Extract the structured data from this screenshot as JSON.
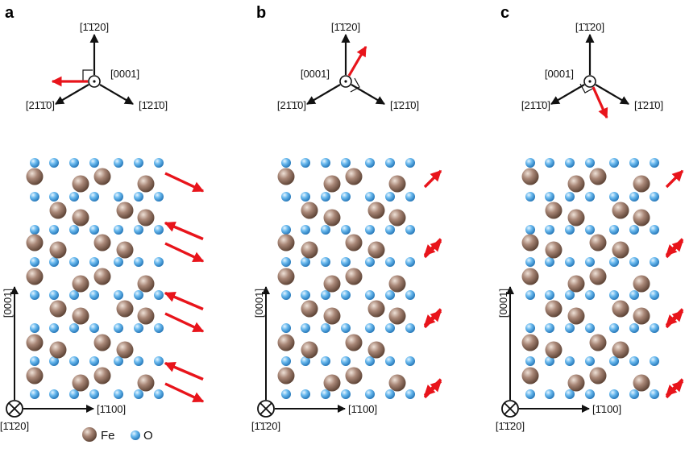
{
  "panels": [
    {
      "label": "a",
      "upper_dirs": {
        "top": "[1̄1̄20]",
        "left": "[21̄1̄0]",
        "right": "[1̄21̄0]",
        "center": "[0001]"
      },
      "spin_arrows": [
        "right",
        "left",
        "right",
        "left",
        "right",
        "left",
        "right"
      ],
      "lower_axes": {
        "vertical": "[0001]",
        "horizontal": "[1̄100]",
        "origin": "[1̄1̄20]"
      }
    },
    {
      "label": "b",
      "upper_dirs": {
        "top": "[1̄1̄20]",
        "left": "[21̄1̄0]",
        "right": "[1̄21̄0]",
        "center": "[0001]"
      },
      "spin_arrows": [
        "up",
        "down",
        "up",
        "down",
        "up",
        "down",
        "up"
      ],
      "lower_axes": {
        "vertical": "[0001]",
        "horizontal": "[1̄100]",
        "origin": "[1̄1̄20]"
      }
    },
    {
      "label": "c",
      "upper_dirs": {
        "top": "[1̄1̄20]",
        "left": "[21̄1̄0]",
        "right": "[1̄21̄0]",
        "center": "[0001]"
      },
      "spin_arrows": [
        "up",
        "down",
        "up",
        "down",
        "up",
        "down",
        "up"
      ],
      "lower_axes": {
        "vertical": "[0001]",
        "horizontal": "[1̄100]",
        "origin": "[1̄1̄20]"
      }
    }
  ],
  "legend": {
    "fe": "Fe",
    "o": "O"
  },
  "colors": {
    "fe": "#8b6b5c",
    "o": "#5aaee6",
    "arrow": "#e8141b",
    "axis": "#111111"
  }
}
